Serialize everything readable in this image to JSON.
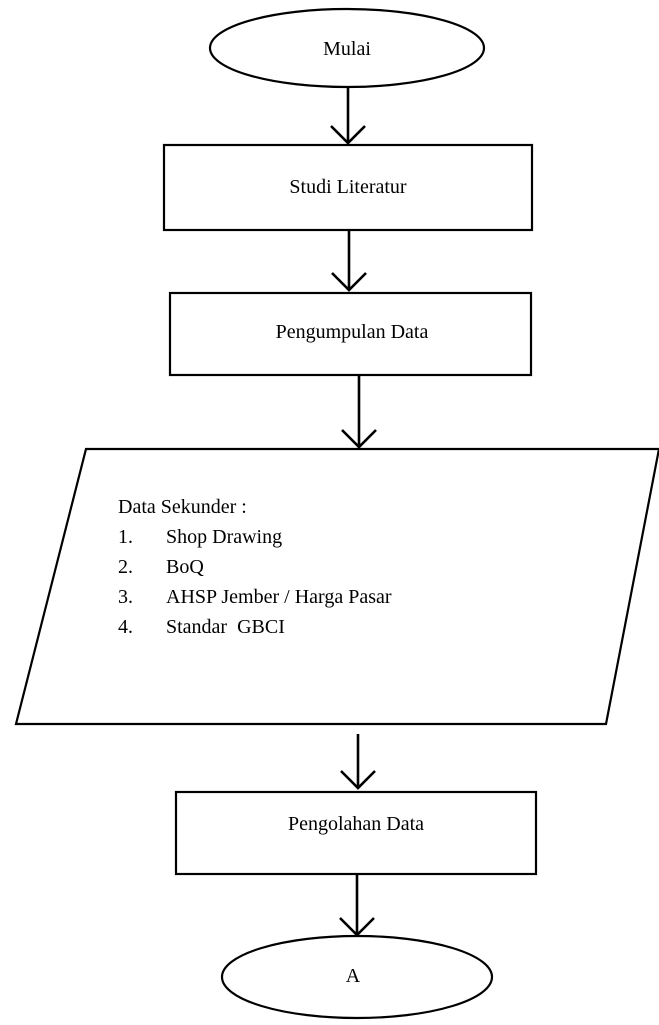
{
  "flowchart": {
    "start": {
      "label": "Mulai"
    },
    "step_literature": {
      "label": "Studi Literatur"
    },
    "step_collection": {
      "label": "Pengumpulan Data"
    },
    "data_input": {
      "heading": "Data Sekunder :",
      "items": [
        {
          "number": "1.",
          "text": "Shop Drawing"
        },
        {
          "number": "2.",
          "text": "BoQ"
        },
        {
          "number": "3.",
          "text": "AHSP Jember / Harga Pasar"
        },
        {
          "number": "4.",
          "text": "Standar  GBCI"
        }
      ]
    },
    "step_processing": {
      "label": "Pengolahan Data"
    },
    "connector": {
      "label": "A"
    }
  }
}
